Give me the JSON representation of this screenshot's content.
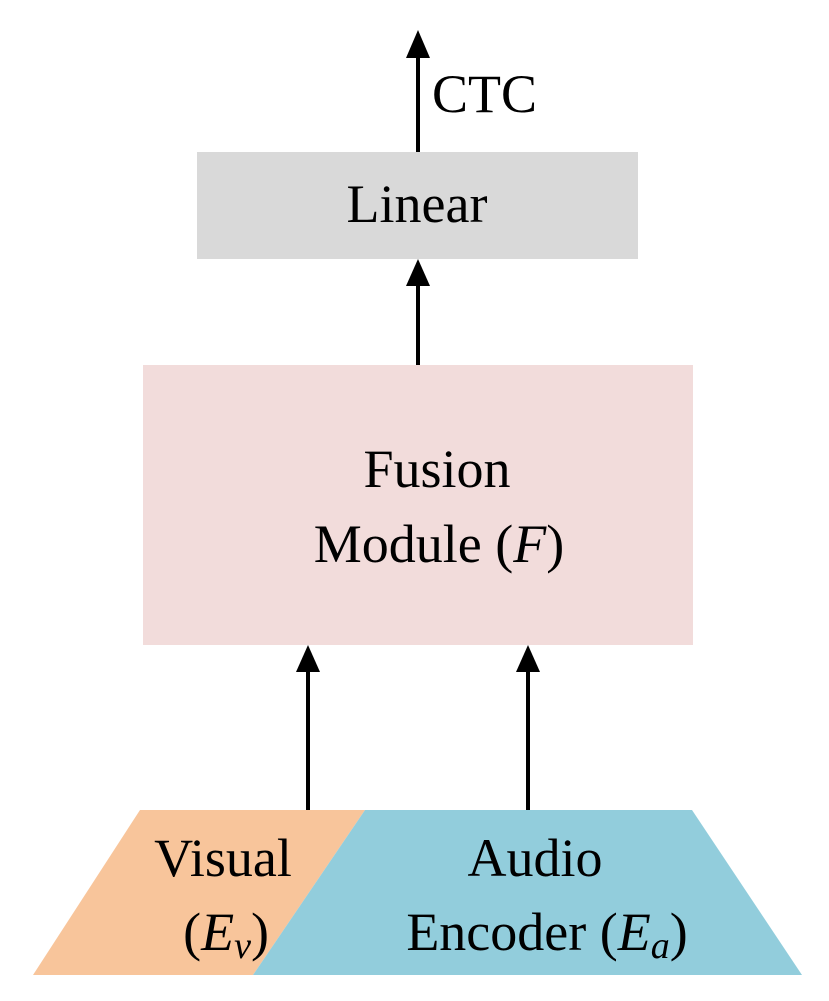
{
  "output": {
    "label": "CTC"
  },
  "linear": {
    "label": "Linear",
    "fill": "#d9d9d9"
  },
  "fusion": {
    "line1": "Fusion",
    "line2_text": "Module (",
    "symbol": "F",
    "close": ")",
    "fill": "#f2dcdb"
  },
  "visual_encoder": {
    "line1": "Visual",
    "open": "(",
    "symbol": "E",
    "subscript": "v",
    "close": ")",
    "fill": "#f8c59b"
  },
  "audio_encoder": {
    "line1": "Audio",
    "line2_text": "Encoder (",
    "symbol": "E",
    "subscript": "a",
    "close": ")",
    "fill": "#92cddc"
  },
  "colors": {
    "arrow": "#000000"
  }
}
